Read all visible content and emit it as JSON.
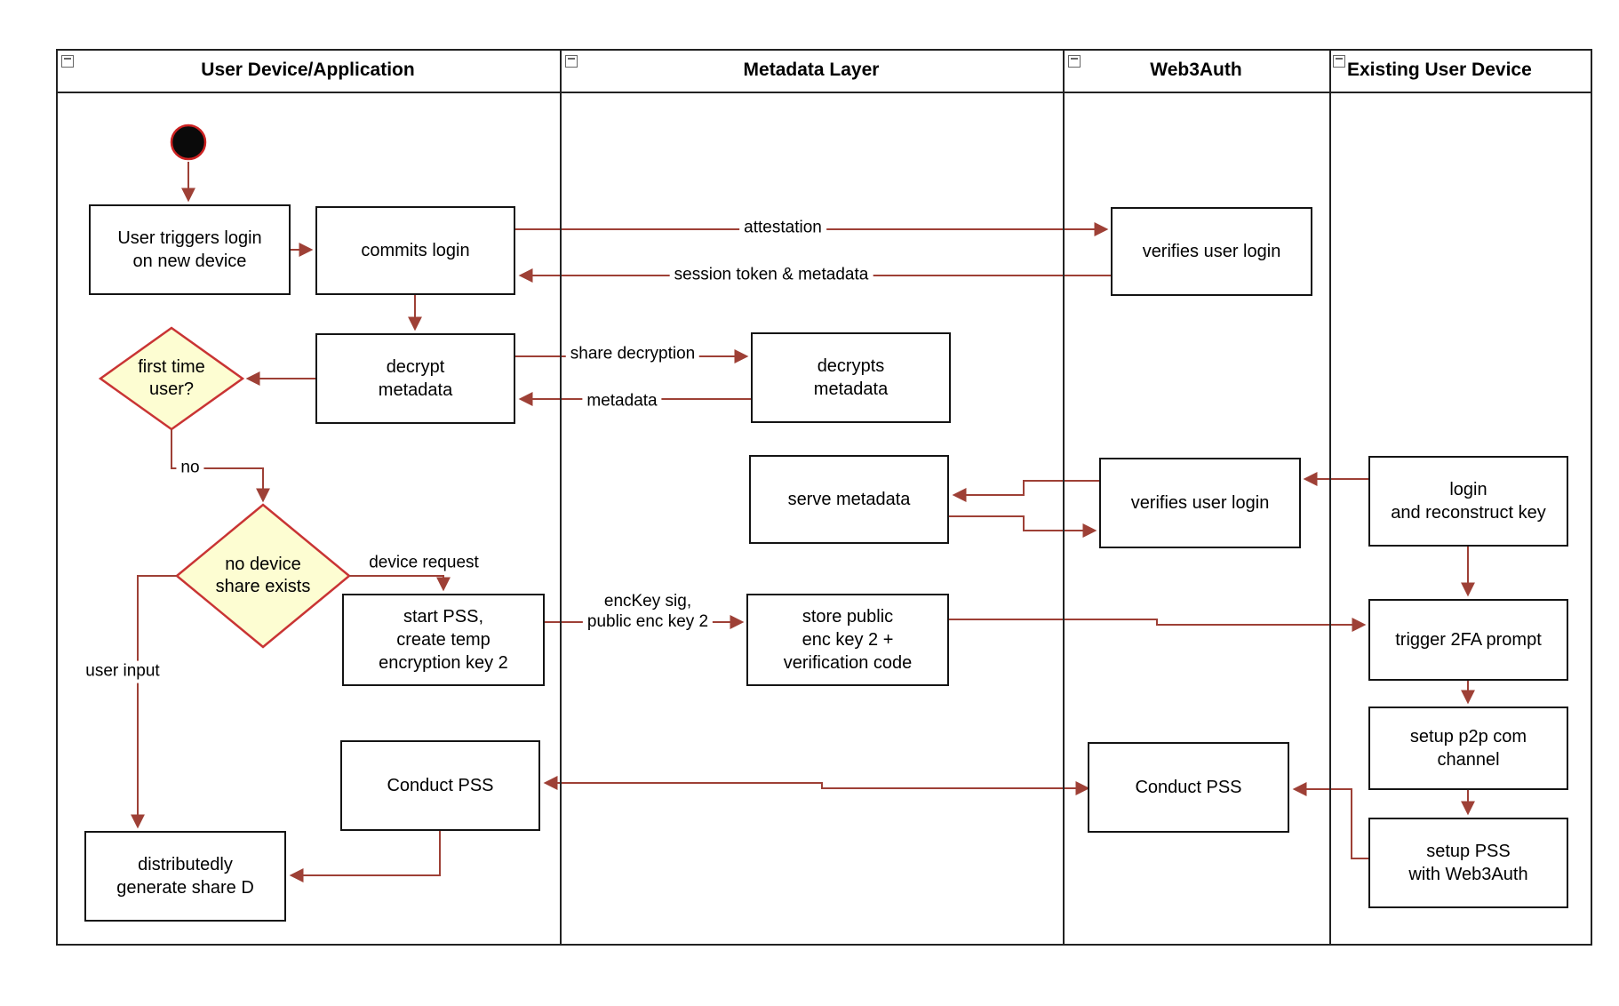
{
  "diagram": {
    "type": "swimlane-activity-flow",
    "colors": {
      "arrow": "#9e4036",
      "decision_fill": "#fdfdd2",
      "decision_border": "#c93434",
      "node_border": "#141414",
      "start_node_fill": "#0a0a0a",
      "start_node_ring": "#cc2222",
      "lane_border": "#222222"
    },
    "icons": {
      "lane_control": "collapse-lane-icon",
      "start": "initial-state-icon",
      "arrowhead": "flow-arrowhead-icon"
    },
    "lanes": [
      {
        "title": "User Device/Application"
      },
      {
        "title": "Metadata Layer"
      },
      {
        "title": "Web3Auth"
      },
      {
        "title": "Existing User Device"
      }
    ],
    "nodes": {
      "user_triggers": {
        "label": "User triggers login\non new device"
      },
      "commits_login": {
        "label": "commits login"
      },
      "verifies_login_1": {
        "label": "verifies user login"
      },
      "decrypt_metadata": {
        "label": "decrypt\nmetadata"
      },
      "decrypts_metadata": {
        "label": "decrypts\nmetadata"
      },
      "serve_metadata": {
        "label": "serve metadata"
      },
      "verifies_login_2": {
        "label": "verifies user login"
      },
      "login_reconstruct": {
        "label": "login\nand reconstruct key"
      },
      "start_pss": {
        "label": "start PSS,\ncreate temp\nencryption key 2"
      },
      "store_public": {
        "label": "store public\nenc key 2 +\nverification code"
      },
      "trigger_2fa": {
        "label": "trigger 2FA prompt"
      },
      "setup_p2p": {
        "label": "setup p2p com\nchannel"
      },
      "setup_pss": {
        "label": "setup PSS\nwith Web3Auth"
      },
      "conduct_pss_user": {
        "label": "Conduct PSS"
      },
      "conduct_pss_web3auth": {
        "label": "Conduct PSS"
      },
      "generate_share_d": {
        "label": "distributedly\ngenerate share D"
      }
    },
    "decisions": {
      "first_time": {
        "label": "first time\nuser?"
      },
      "no_device_share": {
        "label": "no device\nshare exists"
      }
    },
    "edge_labels": {
      "attestation": "attestation",
      "session_token": "session token & metadata",
      "share_decryption": "share decryption",
      "metadata": "metadata",
      "no": "no",
      "device_request": "device request",
      "enckey": "encKey sig,\npublic enc key 2",
      "user_input": "user input"
    }
  }
}
